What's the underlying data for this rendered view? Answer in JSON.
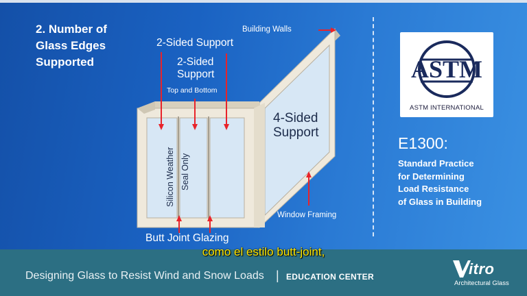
{
  "slide": {
    "heading": "2. Number of\nGlass Edges\nSupported",
    "labels": {
      "building_walls": "Building Walls",
      "two_sided_1": "2-Sided Support",
      "two_sided_2_line1": "2-Sided",
      "two_sided_2_line2": "Support",
      "top_bottom": "Top and Bottom",
      "four_sided_line1": "4-Sided",
      "four_sided_line2": "Support",
      "silicon_weather": "Silicon Weather",
      "seal_only": "Seal Only",
      "window_framing": "Window Framing",
      "butt_joint": "Butt Joint Glazing"
    },
    "logo": {
      "wordmark": "ASTM",
      "caption": "ASTM INTERNATIONAL"
    },
    "standard": {
      "code": "E1300:",
      "lines": [
        "Standard Practice",
        "for Determining",
        "Load Resistance",
        "of Glass in Building"
      ]
    },
    "colors": {
      "arrow": "#e8232a",
      "frame": "#efe9dc",
      "glass": "#dce9f4"
    }
  },
  "subtitle": "como el estilo butt-joint,",
  "footer": {
    "course_title": "Designing Glass to Resist Wind and Snow Loads",
    "separator": "|",
    "section": "EDUCATION CENTER",
    "brand": "itro",
    "brand_tagline": "Architectural Glass"
  }
}
